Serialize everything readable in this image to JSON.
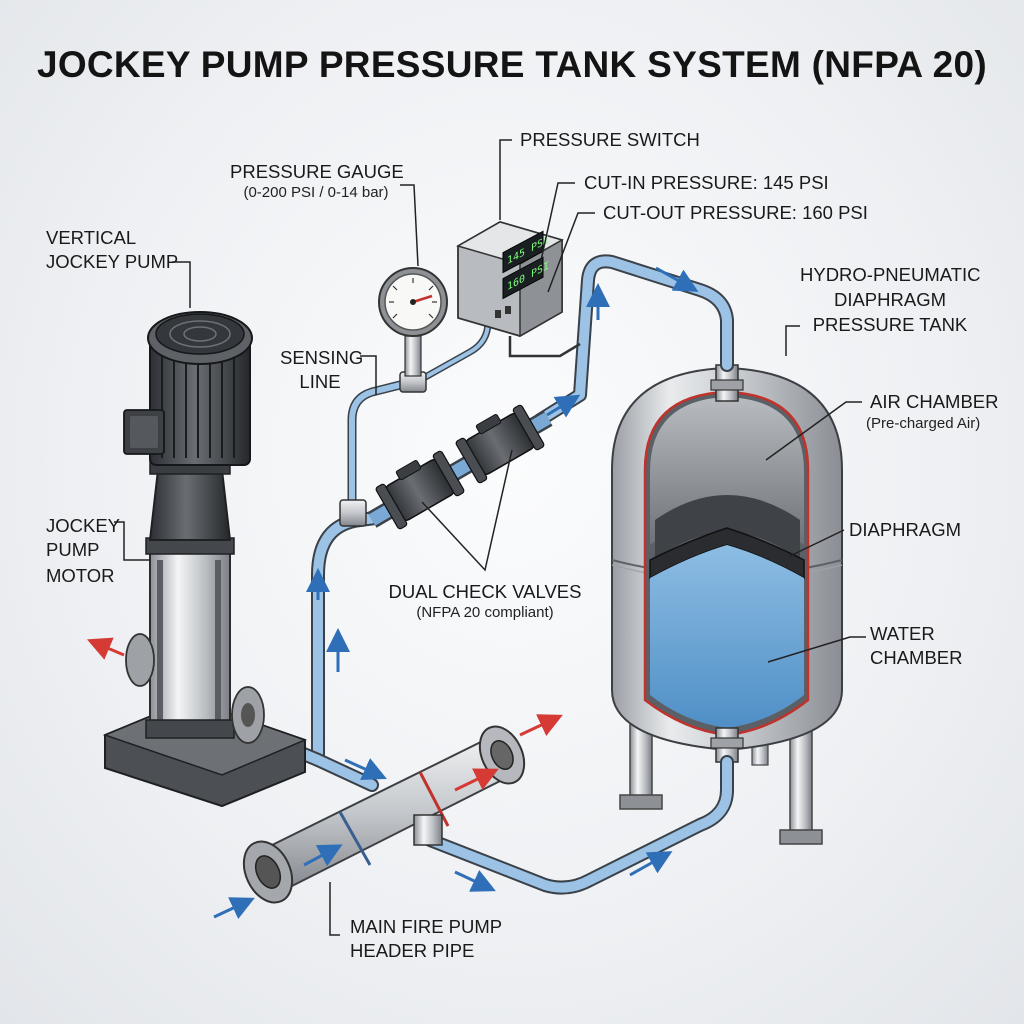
{
  "title": "JOCKEY PUMP PRESSURE TANK SYSTEM (NFPA 20)",
  "labels": {
    "pressure_switch": "PRESSURE SWITCH",
    "cut_in": "CUT-IN PRESSURE: 145 PSI",
    "cut_out": "CUT-OUT PRESSURE: 160 PSI",
    "gauge_line1": "PRESSURE GAUGE",
    "gauge_line2": "(0-200 PSI / 0-14 bar)",
    "pump_line1": "VERTICAL",
    "pump_line2": "JOCKEY PUMP",
    "tank_line1": "HYDRO-PNEUMATIC",
    "tank_line2": "DIAPHRAGM",
    "tank_line3": "PRESSURE TANK",
    "sensing_line1": "SENSING",
    "sensing_line2": "LINE",
    "air_line1": "AIR CHAMBER",
    "air_line2": "(Pre-charged Air)",
    "diaphragm": "DIAPHRAGM",
    "motor_line1": "JOCKEY",
    "motor_line2": "PUMP",
    "motor_line3": "MOTOR",
    "valves_line1": "DUAL CHECK VALVES",
    "valves_line2": "(NFPA 20 compliant)",
    "water_line1": "WATER",
    "water_line2": "CHAMBER",
    "header_line1": "MAIN FIRE PUMP",
    "header_line2": "HEADER PIPE"
  },
  "switch_display": {
    "cut_in_value": "145 PSI",
    "cut_out_value": "160 PSI"
  },
  "colors": {
    "pipe_blue": "#9cc3e6",
    "water_blue": "#6ea6d6",
    "flow_red": "#d63a34",
    "flow_blue": "#2f6fb8",
    "display_green": "#7dff7a"
  }
}
